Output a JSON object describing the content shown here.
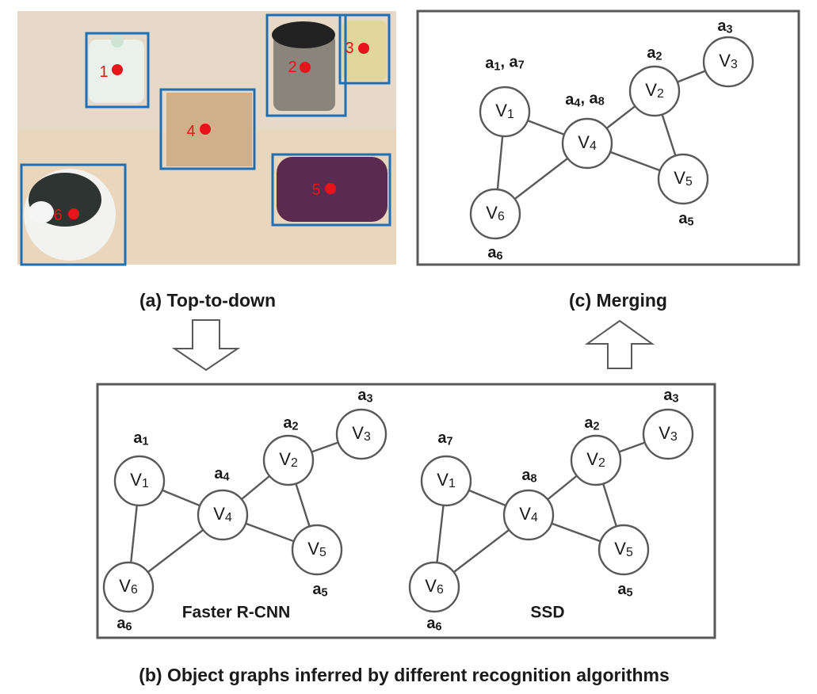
{
  "panels": {
    "a": {
      "caption": "(a)  Top-to-down",
      "objects": [
        {
          "id": "1",
          "name": "tea caddy"
        },
        {
          "id": "2",
          "name": "glass jar with black lid"
        },
        {
          "id": "3",
          "name": "glass cup"
        },
        {
          "id": "4",
          "name": "wooden box"
        },
        {
          "id": "5",
          "name": "glasses case"
        },
        {
          "id": "6",
          "name": "pen holder"
        }
      ]
    },
    "b": {
      "caption": "(b)   Object graphs inferred by different recognition algorithms",
      "graphs": [
        {
          "algorithm": "Faster R-CNN",
          "labels": {
            "v1": "a1",
            "v2": "a2",
            "v3": "a3",
            "v4": "a4",
            "v5": "a5",
            "v6": "a6"
          }
        },
        {
          "algorithm": "SSD",
          "labels": {
            "v1": "a7",
            "v2": "a2",
            "v3": "a3",
            "v4": "a8",
            "v5": "a5",
            "v6": "a6"
          }
        }
      ]
    },
    "c": {
      "caption": "(c)  Merging",
      "labels": {
        "v1": "a1, a7",
        "v2": "a2",
        "v3": "a3",
        "v4": "a4, a8",
        "v5": "a5",
        "v6": "a6"
      }
    }
  },
  "graph": {
    "nodes": [
      {
        "id": "v1",
        "label": "V1"
      },
      {
        "id": "v2",
        "label": "V2"
      },
      {
        "id": "v3",
        "label": "V3"
      },
      {
        "id": "v4",
        "label": "V4"
      },
      {
        "id": "v5",
        "label": "V5"
      },
      {
        "id": "v6",
        "label": "V6"
      }
    ],
    "edges": [
      [
        "v1",
        "v4"
      ],
      [
        "v1",
        "v6"
      ],
      [
        "v4",
        "v6"
      ],
      [
        "v4",
        "v2"
      ],
      [
        "v4",
        "v5"
      ],
      [
        "v2",
        "v5"
      ],
      [
        "v2",
        "v3"
      ]
    ]
  },
  "colors": {
    "box": "#1f6fb5",
    "marker": "#e8141b",
    "line": "#595959"
  }
}
